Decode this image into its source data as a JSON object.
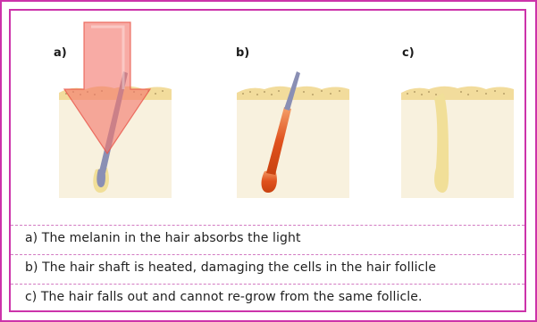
{
  "panels": [
    {
      "label": "a)"
    },
    {
      "label": "b)"
    },
    {
      "label": "c)"
    }
  ],
  "captions": [
    "a) The melanin in the hair absorbs the light",
    "b) The hair shaft is heated, damaging the cells in the hair follicle",
    "c) The hair falls out and cannot re-grow from the same follicle."
  ],
  "colors": {
    "border": "#cc33aa",
    "skin": "#f8f1de",
    "skin_surface": "#f2dc9c",
    "hair_pigmented": "#8a8fb4",
    "hair_heated": "#e0521e",
    "hair_empty": "#f1df98",
    "light_arrow": "#f4786e"
  }
}
